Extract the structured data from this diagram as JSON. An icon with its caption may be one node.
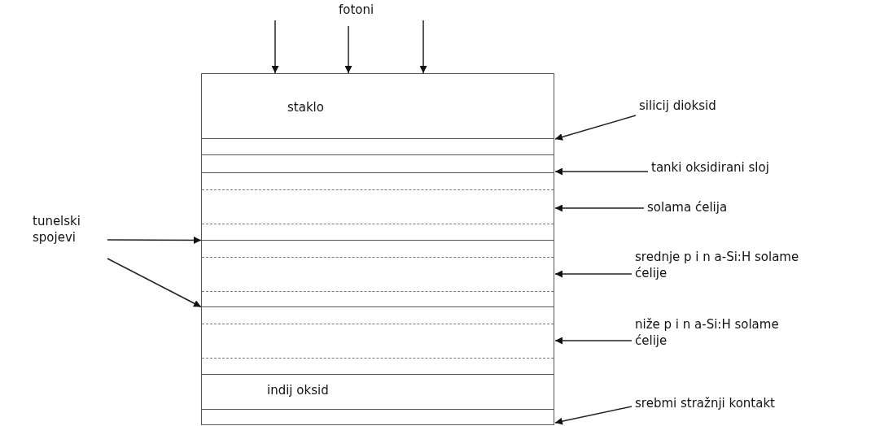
{
  "diagram": {
    "nodes": [
      {
        "text": [
          "staklo"
        ]
      },
      {
        "text": [],
        "shape": "bar"
      },
      {
        "text": [],
        "shape": "bar"
      },
      {
        "text": [],
        "shape": "box"
      },
      {
        "text": [],
        "shape": "box"
      },
      {
        "text": [],
        "shape": "box"
      },
      {
        "text": [
          "indij oksid"
        ]
      },
      {
        "text": [],
        "shape": "bar"
      },
      {
        "text": [
          "silicij dioksid"
        ]
      },
      {
        "text": [
          "tanki oksidirani sloj"
        ]
      },
      {
        "text": [
          "solama ćelija"
        ]
      },
      {
        "text": [
          "srednje p i n a-Si:H solame ćelije"
        ]
      },
      {
        "text": [
          "niže p i n a-Si:H solame ćelije"
        ]
      },
      {
        "text": [
          "srebmi stražnji kontakt"
        ]
      },
      {
        "text": [
          "tunelski spojevi"
        ]
      }
    ],
    "edges": [
      {
        "from": null,
        "to": 0,
        "arrow": "to"
      },
      {
        "from": null,
        "to": 0,
        "arrow": "to"
      },
      {
        "from": null,
        "to": 0,
        "arrow": "to"
      },
      {
        "from": 8,
        "to": 1,
        "arrow": "to"
      },
      {
        "from": 9,
        "to": 2,
        "arrow": "to"
      },
      {
        "from": 10,
        "to": 3,
        "arrow": "to"
      },
      {
        "from": 11,
        "to": 4,
        "arrow": "to"
      },
      {
        "from": 12,
        "to": 5,
        "arrow": "to"
      },
      {
        "from": 13,
        "to": 7,
        "arrow": "to"
      },
      {
        "from": 14,
        "to": 4,
        "arrow": "to"
      },
      {
        "from": 14,
        "to": 5,
        "arrow": "to"
      }
    ],
    "labels": [
      "fotoni"
    ]
  }
}
